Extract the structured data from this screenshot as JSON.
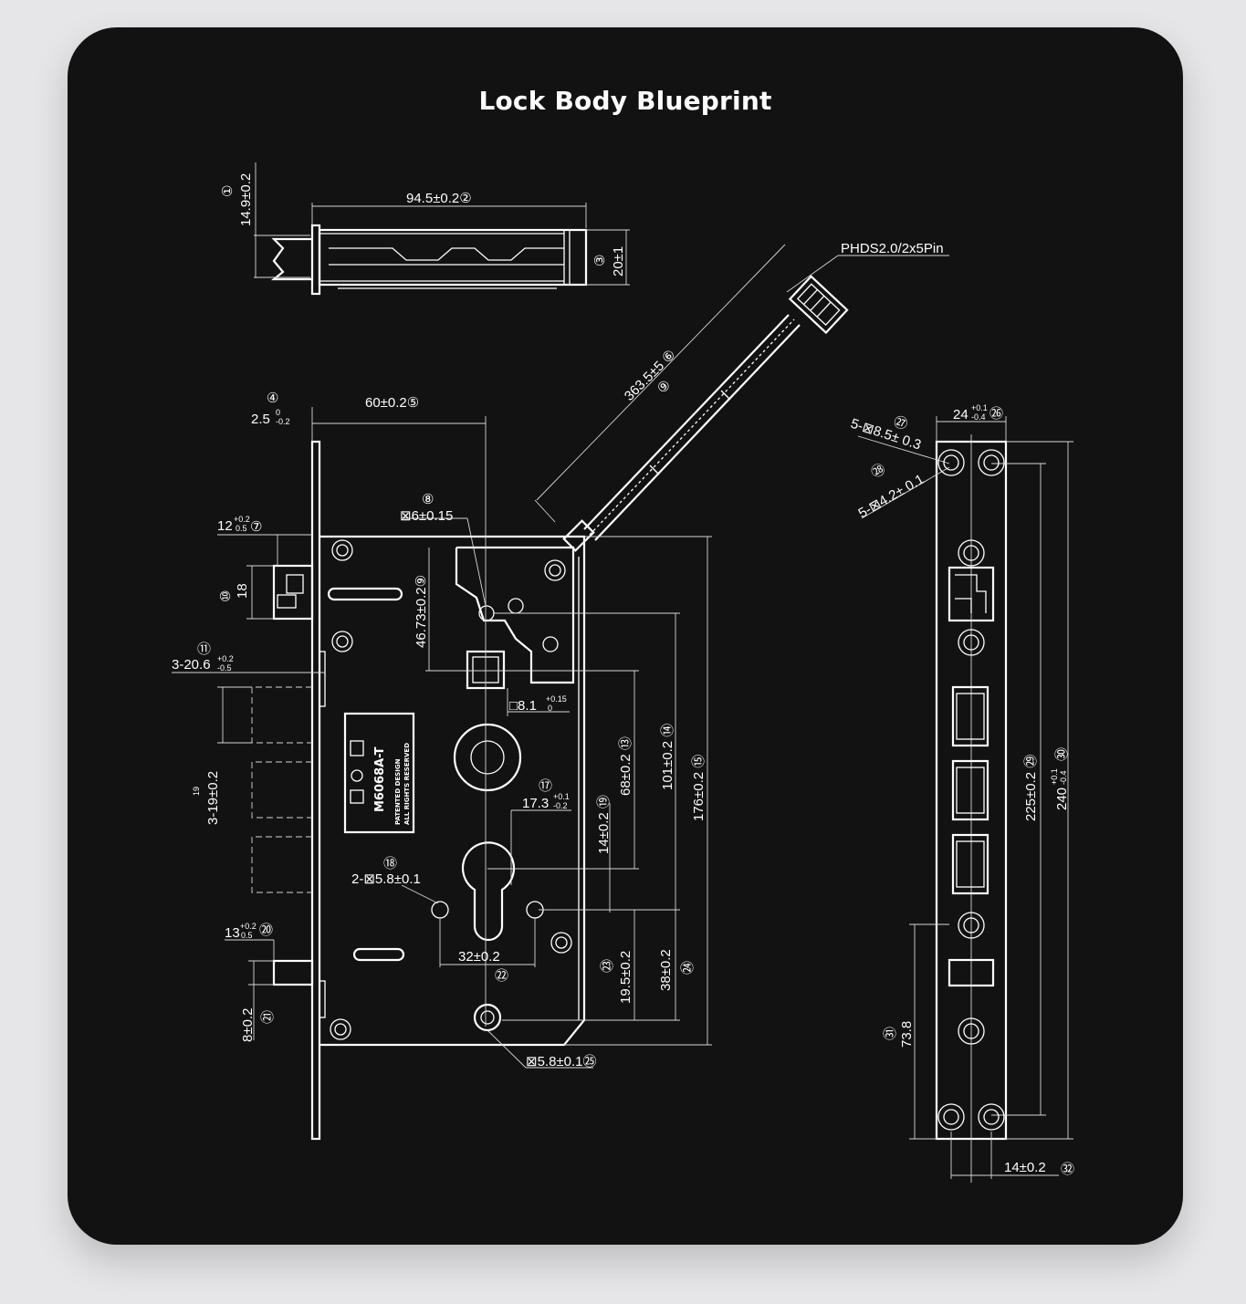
{
  "title": "Lock Body Blueprint",
  "labels": {
    "bolt_width": "94.5±0.2②",
    "bolt_height_num": "①",
    "bolt_height": "14.9±0.2",
    "bolt_end_num": "③",
    "bolt_end": "20±1",
    "connector": "PHDS2.0/2x5Pin",
    "cable_length": "363.5±5 ⑥",
    "cable_num": "⑨",
    "faceplate_thick_num": "④",
    "faceplate_thick": "2.5",
    "faceplate_thick_tol_up": "0",
    "faceplate_thick_tol_dn": "-0.2",
    "backset": "60±0.2⑤",
    "spindle_num": "⑧",
    "spindle": "⊠6±0.15",
    "latch_proj": "12",
    "latch_proj_tol_up": "+0.2",
    "latch_proj_tol_dn": "0.5",
    "latch_proj_num": "⑦",
    "latch_h_num": "⑩",
    "latch_h": "18",
    "spindle_center": "46.73±0.2⑨",
    "bolt_throw_num": "⑪",
    "bolt_throw": "3-20.6",
    "bolt_throw_tol_up": "+0.2",
    "bolt_throw_tol_dn": "-0.5",
    "bolt_spacing_top": "19",
    "bolt_spacing": "3-19±0.2",
    "square_hole": "□8.1",
    "square_hole_tol_up": "+0.15",
    "square_hole_tol_dn": "0",
    "model": "M6068A-T",
    "patent": "PATENTED DESIGN",
    "rights": "ALL RIGHTS RESERVED",
    "cyl_offset_num": "⑰",
    "cyl_offset": "17.3",
    "cyl_offset_tol_up": "+0.1",
    "cyl_offset_tol_dn": "-0.2",
    "holes_num": "⑱",
    "holes": "2-⊠5.8±0.1",
    "dim_14": "14±0.2 ⑲",
    "dim_68": "68±0.2 ⑬",
    "dim_101": "101±0.2 ⑭",
    "dim_176": "176±0.2 ⑮",
    "dim_32": "32±0.2",
    "dim_32_num": "㉒",
    "dim_19_5": "19.5±0.2",
    "dim_19_5_num": "㉓",
    "dim_38": "38±0.2",
    "dim_38_num": "㉔",
    "aux_latch": "13",
    "aux_latch_tol_up": "+0.2",
    "aux_latch_tol_dn": "0.5",
    "aux_latch_num": "⑳",
    "aux_h": "8±0.2",
    "aux_h_num": "㉑",
    "bottom_hole": "⊠5.8±0.1㉕",
    "fp_width": "24",
    "fp_width_tol_up": "+0.1",
    "fp_width_tol_dn": "-0.4",
    "fp_width_num": "㉖",
    "fp_screw1_num": "㉗",
    "fp_screw1": "5-⊠8.5± 0.3",
    "fp_screw2_num": "㉘",
    "fp_screw2": "5-⊠4.2± 0.1",
    "fp_225": "225±0.2 ㉙",
    "fp_240": "240",
    "fp_240_tol_up": "+0.1",
    "fp_240_tol_dn": "-0.4",
    "fp_240_num": "㉚",
    "fp_73_num": "㉛",
    "fp_73": "73.8",
    "fp_14": "14±0.2",
    "fp_14_num": "㉜"
  },
  "colors": {
    "background": "#e6e6e8",
    "card": "#121212",
    "lines": "#ffffff"
  }
}
